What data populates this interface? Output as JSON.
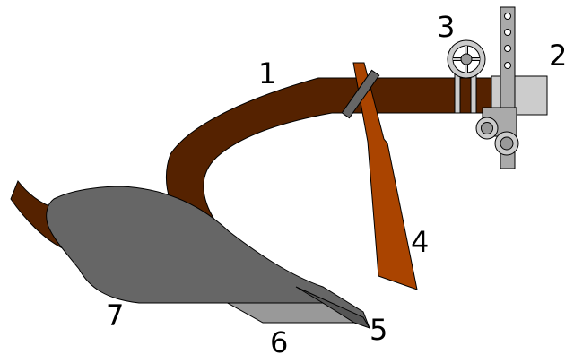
{
  "labels": {
    "l1": "1",
    "l2": "2",
    "l3": "3",
    "l4": "4",
    "l5": "5",
    "l6": "6",
    "l7": "7"
  },
  "colors": {
    "beam": "#552200",
    "coulter": "#aa4400",
    "mouldboard": "#666666",
    "share": "#999999",
    "hitch": "#cccccc",
    "hitch_dark": "#aaaaaa",
    "outline": "#000000"
  }
}
